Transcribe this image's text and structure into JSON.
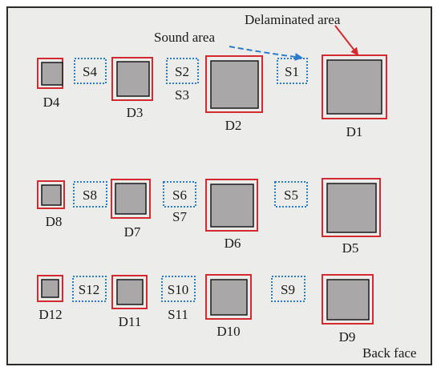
{
  "colors": {
    "background": "#ececeb",
    "delaminated_border": "#d42a2f",
    "sound_border": "#2d7cc9",
    "insert_fill": "#a9a7a7",
    "insert_stroke": "#1a1a1a",
    "arrow_red": "#d42a2f",
    "arrow_blue": "#2d7cc9"
  },
  "annotations": {
    "delaminated": "Delaminated area",
    "sound": "Sound area",
    "back_face": "Back face"
  },
  "delaminated_areas": [
    {
      "id": "d1",
      "label": "D1"
    },
    {
      "id": "d2",
      "label": "D2"
    },
    {
      "id": "d3",
      "label": "D3"
    },
    {
      "id": "d4",
      "label": "D4"
    },
    {
      "id": "d5",
      "label": "D5"
    },
    {
      "id": "d6",
      "label": "D6"
    },
    {
      "id": "d7",
      "label": "D7"
    },
    {
      "id": "d8",
      "label": "D8"
    },
    {
      "id": "d9",
      "label": "D9"
    },
    {
      "id": "d10",
      "label": "D10"
    },
    {
      "id": "d11",
      "label": "D11"
    },
    {
      "id": "d12",
      "label": "D12"
    }
  ],
  "sound_areas": [
    {
      "id": "s1",
      "label": "S1"
    },
    {
      "id": "s2",
      "label": "S2"
    },
    {
      "id": "s3",
      "label": "S3"
    },
    {
      "id": "s4",
      "label": "S4"
    },
    {
      "id": "s5",
      "label": "S5"
    },
    {
      "id": "s6",
      "label": "S6"
    },
    {
      "id": "s7",
      "label": "S7"
    },
    {
      "id": "s8",
      "label": "S8"
    },
    {
      "id": "s9",
      "label": "S9"
    },
    {
      "id": "s10",
      "label": "S10"
    },
    {
      "id": "s11",
      "label": "S11"
    },
    {
      "id": "s12",
      "label": "S12"
    }
  ]
}
